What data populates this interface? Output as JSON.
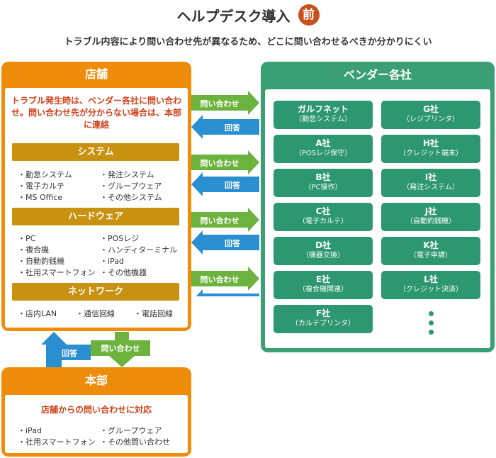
{
  "header": {
    "title": "ヘルプデスク導入",
    "badge": "前",
    "subtitle": "トラブル内容により問い合わせ先が異なるため、どこに問い合わせるべきか分かりにくい"
  },
  "store": {
    "title": "店舗",
    "note": "トラブル発生時は、ベンダー各社に問い合わせ。問い合わせ先が分からない場合は、本部に連絡",
    "categories": [
      {
        "label": "システム",
        "items": [
          "・勤怠システム",
          "・電子カルテ",
          "・MS Office",
          "・発注システム",
          "・グループウェア",
          "・その他システム"
        ]
      },
      {
        "label": "ハードウェア",
        "items": [
          "・PC",
          "・複合機",
          "・自動釣銭機",
          "・社用スマートフォン",
          "・POSレジ",
          "・ハンディターミナル",
          "・iPad",
          "・その他機器"
        ]
      },
      {
        "label": "ネットワーク",
        "items": [
          "・店内LAN",
          "・通信回線",
          "・電話回線"
        ]
      }
    ]
  },
  "flow": {
    "inquiry": "問い合わせ",
    "answer": "回答"
  },
  "vendors": {
    "title": "ベンダー各社",
    "list": [
      {
        "name": "ガルフネット",
        "desc": "（勤怠システム）"
      },
      {
        "name": "G社",
        "desc": "（レジプリンタ）"
      },
      {
        "name": "A社",
        "desc": "（POSレジ保守）"
      },
      {
        "name": "H社",
        "desc": "（クレジット端末）"
      },
      {
        "name": "B社",
        "desc": "（PC操作）"
      },
      {
        "name": "I社",
        "desc": "（発注システム）"
      },
      {
        "name": "C社",
        "desc": "（電子カルテ）"
      },
      {
        "name": "J社",
        "desc": "（自動釣銭機）"
      },
      {
        "name": "D社",
        "desc": "（機器交換）"
      },
      {
        "name": "K社",
        "desc": "（電子申請）"
      },
      {
        "name": "E社",
        "desc": "（複合機関連）"
      },
      {
        "name": "L社",
        "desc": "（クレジット決済）"
      },
      {
        "name": "F社",
        "desc": "（カルテプリンタ）"
      }
    ]
  },
  "hq": {
    "title": "本部",
    "note": "店舗からの問い合わせに対応",
    "items": [
      "・iPad",
      "・社用スマートフォン",
      "・グループウェア",
      "・その他問い合わせ"
    ]
  },
  "colors": {
    "store_orange": "#ee8c0b",
    "category_bar": "#c8910f",
    "vendor_green": "#2d9772",
    "arrow_green": "#6cb33e",
    "arrow_blue": "#2a8fd0",
    "note_red": "#d0401a"
  }
}
